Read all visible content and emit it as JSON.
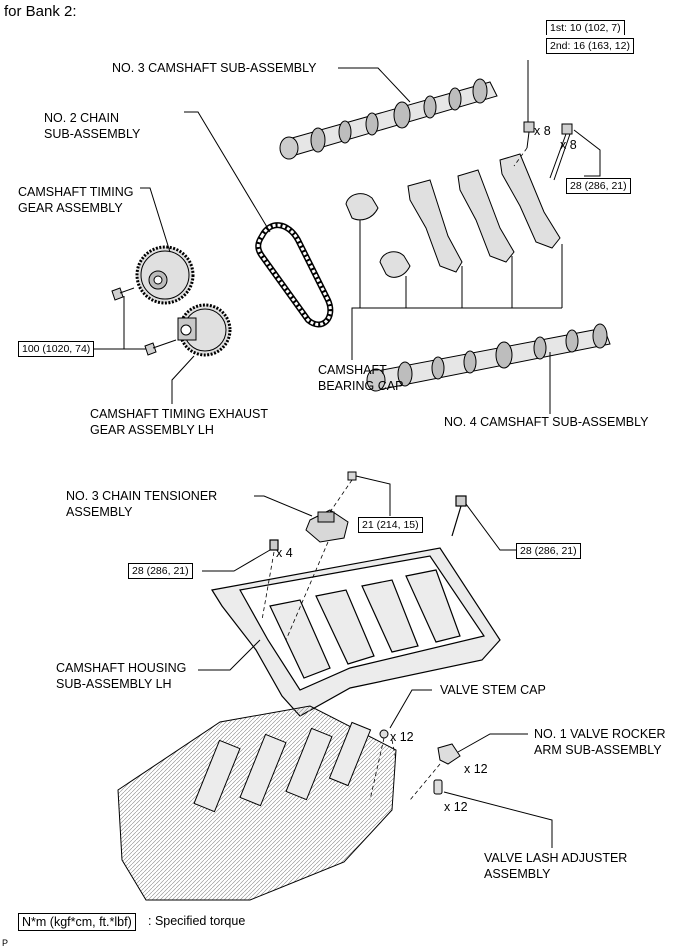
{
  "header": {
    "title": "for Bank 2:"
  },
  "labels": {
    "camshaft3": "NO. 3 CAMSHAFT SUB-ASSEMBLY",
    "chain2": "NO. 2 CHAIN\nSUB-ASSEMBLY",
    "timing_gear": "CAMSHAFT TIMING\nGEAR ASSEMBLY",
    "exhaust_gear": "CAMSHAFT TIMING EXHAUST\nGEAR ASSEMBLY LH",
    "bearing_cap": "CAMSHAFT\nBEARING CAP",
    "camshaft4": "NO. 4 CAMSHAFT SUB-ASSEMBLY",
    "tensioner": "NO. 3 CHAIN TENSIONER\nASSEMBLY",
    "housing": "CAMSHAFT HOUSING\nSUB-ASSEMBLY LH",
    "stem_cap": "VALVE STEM CAP",
    "rocker_arm": "NO. 1 VALVE ROCKER\nARM SUB-ASSEMBLY",
    "lash_adjuster": "VALVE LASH ADJUSTER\nASSEMBLY"
  },
  "torques": {
    "cap_first": "1st: 10 (102, 7)",
    "cap_second": "2nd: 16 (163, 12)",
    "cap_bolt_outer": "28 (286, 21)",
    "gear_bolt": "100 (1020, 74)",
    "tensioner_bolt": "21 (214, 15)",
    "housing_left": "28 (286, 21)",
    "housing_right": "28 (286, 21)"
  },
  "quantities": {
    "cap_bolt_inner": "x 8",
    "cap_bolt_outer": "x 8",
    "housing_bolts": "x 4",
    "stem_caps": "x 12",
    "rocker_arms": "x 12",
    "lash_adjusters": "x 12"
  },
  "legend": {
    "box": "N*m (kgf*cm, ft.*lbf)",
    "text": ": Specified torque"
  },
  "footer": {
    "mark": "P"
  }
}
